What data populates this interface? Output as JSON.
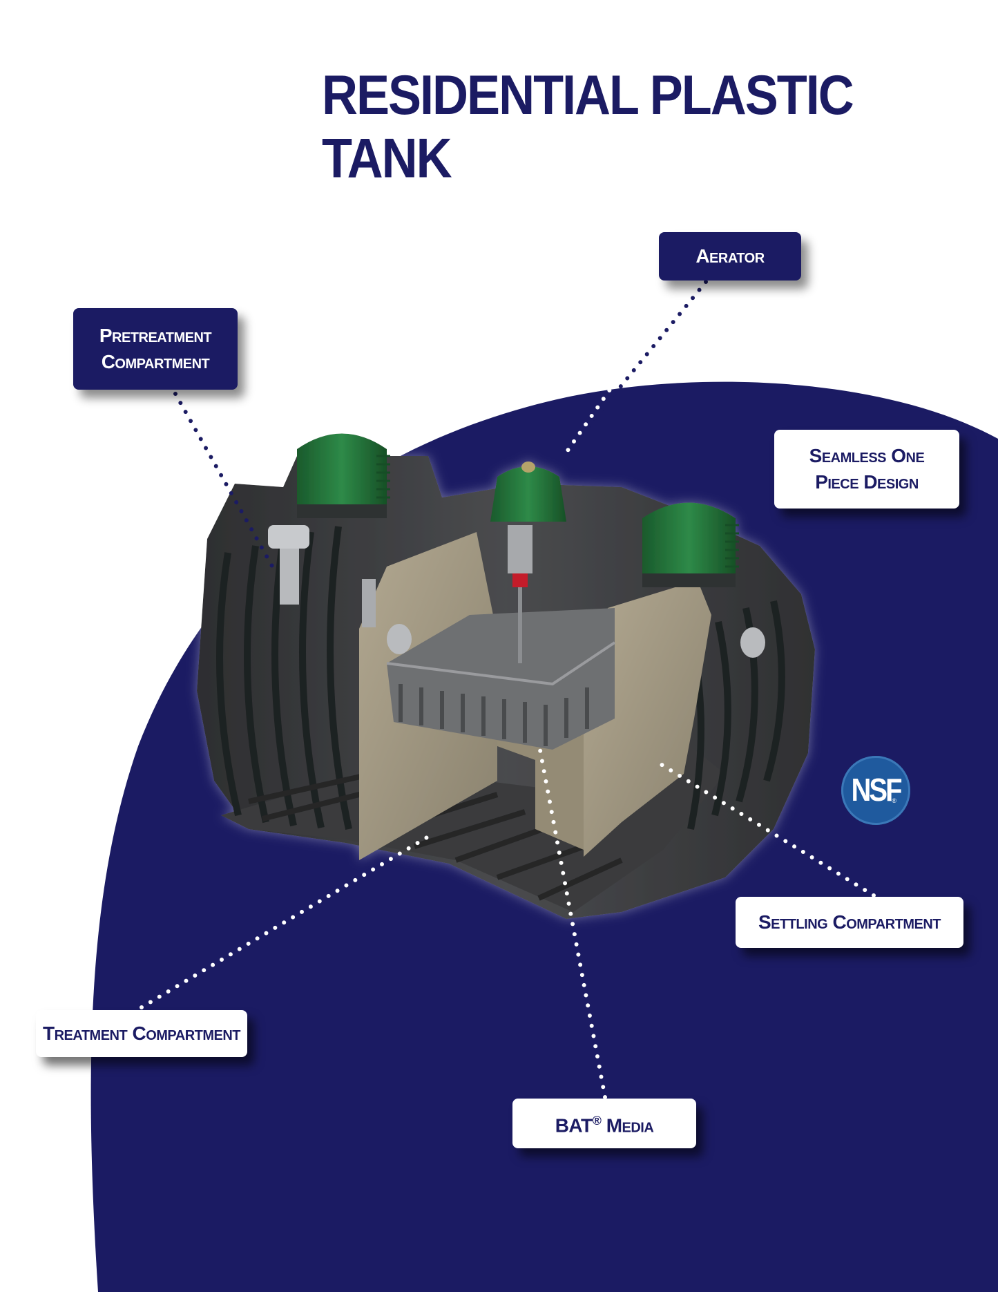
{
  "title": "RESIDENTIAL PLASTIC TANK",
  "callouts": {
    "aerator": "Aerator",
    "pretreatment_line1": "Pretreatment",
    "pretreatment_line2": "Compartment",
    "seamless_line1": "Seamless One",
    "seamless_line2": "Piece Design",
    "settling": "Settling Compartment",
    "treatment": "Treatment Compartment",
    "bat_prefix": "BAT",
    "bat_mark": "®",
    "bat_suffix": " Media"
  },
  "logo": {
    "text": "NSF",
    "mark": "®"
  },
  "colors": {
    "navy": "#1b1b63",
    "white": "#ffffff",
    "tank_body": "#3c3d3f",
    "lid_green": "#1f6b35",
    "baffle_tan": "#a39a84",
    "nsf_blue": "#1f5a9e"
  }
}
